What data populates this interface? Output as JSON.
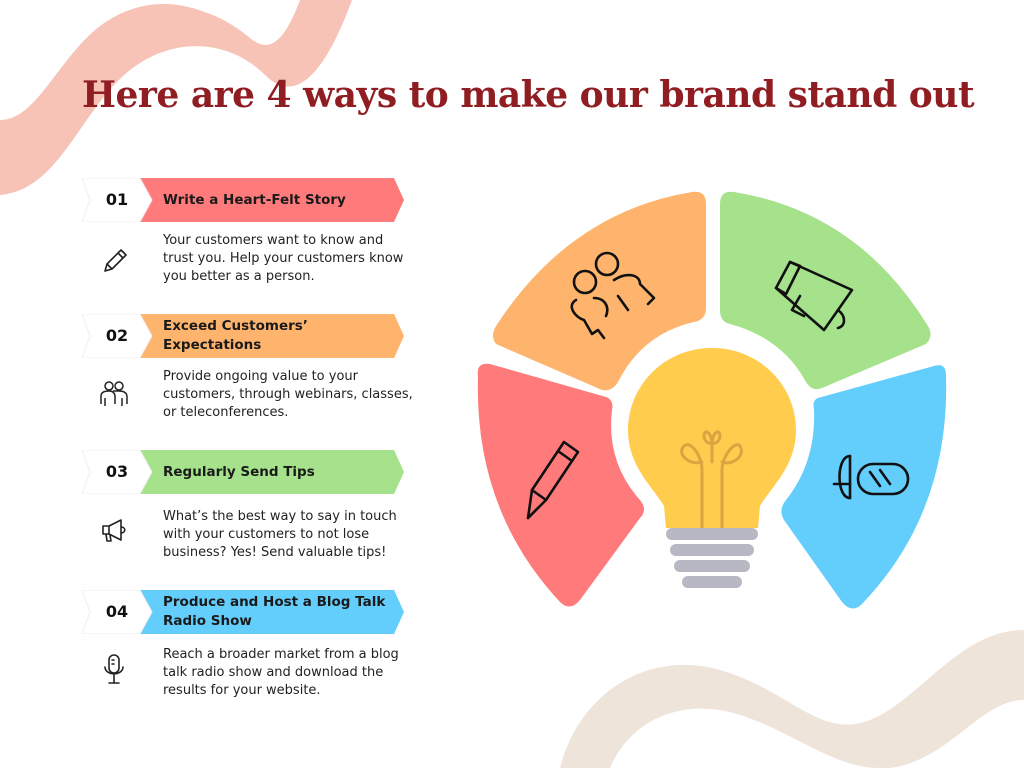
{
  "title": "Here are 4 ways to make our brand stand out",
  "colors": {
    "title": "#8f1d22",
    "deco_pink": "#f7c3b6",
    "deco_beige": "#efe4d9",
    "red": "#ff7a7a",
    "orange": "#feb46d",
    "green": "#a6e28b",
    "blue": "#63cdfc",
    "bulb_yellow": "#ffcc4d",
    "bulb_base": "#b8b8c4"
  },
  "steps": [
    {
      "number": "01",
      "title": "Write a Heart-Felt Story",
      "description": "Your customers want to know and trust you. Help your customers know you better as a person.",
      "icon": "pencil-icon",
      "color": "red"
    },
    {
      "number": "02",
      "title": "Exceed Customers’ Expectations",
      "description": "Provide ongoing value to your customers, through webinars, classes, or teleconferences.",
      "icon": "people-icon",
      "color": "orange"
    },
    {
      "number": "03",
      "title": "Regularly Send Tips",
      "description": "What’s the best way to say in touch with your customers to not lose business? Yes! Send valuable tips!",
      "icon": "megaphone-icon",
      "color": "green"
    },
    {
      "number": "04",
      "title": "Produce and Host a Blog Talk Radio Show",
      "description": "Reach a broader market from a blog talk radio show and download the results for your website.",
      "icon": "microphone-icon",
      "color": "blue"
    }
  ],
  "wheel": {
    "segments": [
      {
        "color": "red",
        "icon": "pencil-icon"
      },
      {
        "color": "orange",
        "icon": "people-icon"
      },
      {
        "color": "green",
        "icon": "megaphone-icon"
      },
      {
        "color": "blue",
        "icon": "microphone-icon"
      }
    ],
    "center_icon": "lightbulb-icon"
  }
}
